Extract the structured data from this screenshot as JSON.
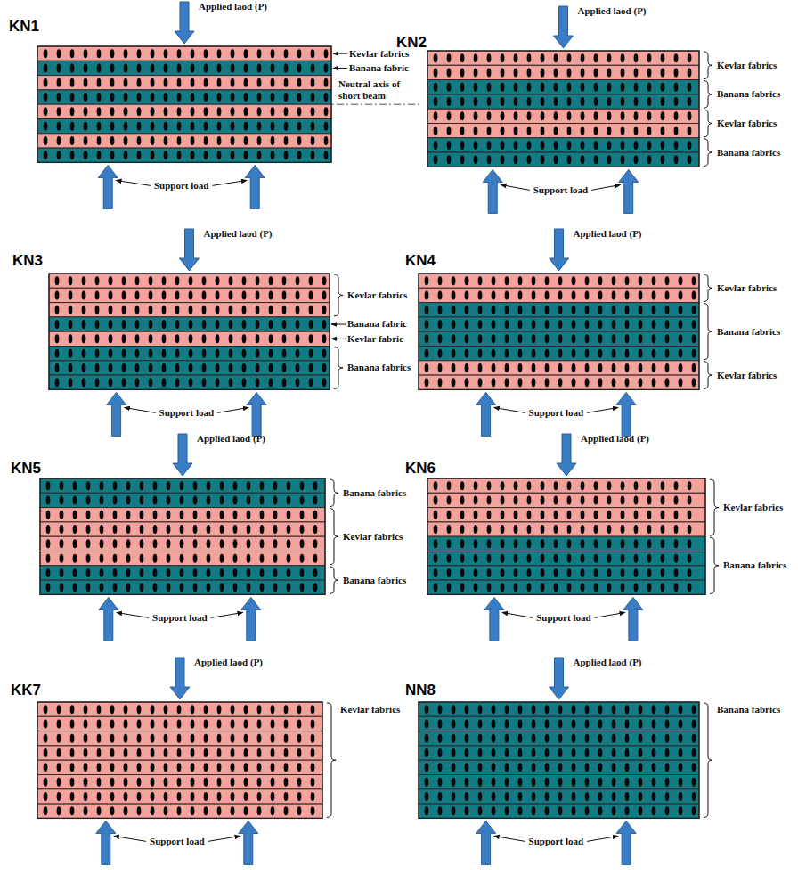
{
  "diagram": {
    "labels": [
      "KN1",
      "Applied laod (P)",
      "Kevlar fabrics",
      "Banana fabric",
      "Neutral axis of short beam",
      "Support load",
      "KN2",
      "Applied laod (P)",
      "Kevlar fabrics",
      "Banana fabrics",
      "Kevlar fabrics",
      "Banana fabrics",
      "Support load",
      "KN3",
      "Applied laod (P)",
      "Kevlar fabrics",
      "Banana fabric",
      "Kevlar fabric",
      "Banana fabrics",
      "Support load",
      "KN4",
      "Applied laod (P)",
      "Kevlar fabrics",
      "Banana fabrics",
      "Kevlar fabrics",
      "Support load",
      "KN5",
      "Applied laod (P)",
      "Banana fabrics",
      "Kevlar fabrics",
      "Banana fabrics",
      "Support load",
      "KN6",
      "Applied laod (P)",
      "Kevlar fabrics",
      "Banana fabrics",
      "Support load",
      "KK7",
      "Applied laod (P)",
      "Kevlar fabrics",
      "Support load",
      "NN8",
      "Applied laod (P)",
      "Banana fabrics",
      "Support load"
    ]
  }
}
